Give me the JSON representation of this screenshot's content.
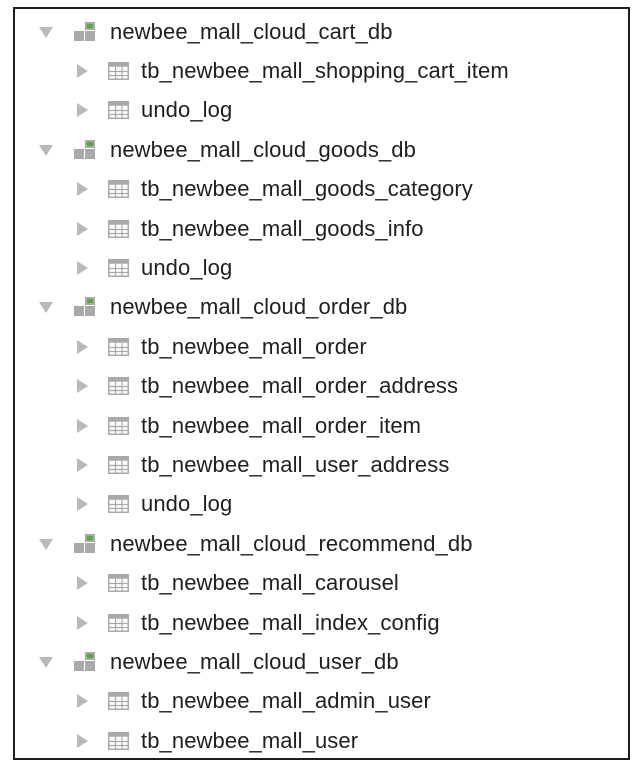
{
  "tree": {
    "databases": [
      {
        "name": "newbee_mall_cloud_cart_db",
        "expanded": true,
        "tables": [
          "tb_newbee_mall_shopping_cart_item",
          "undo_log"
        ]
      },
      {
        "name": "newbee_mall_cloud_goods_db",
        "expanded": true,
        "tables": [
          "tb_newbee_mall_goods_category",
          "tb_newbee_mall_goods_info",
          "undo_log"
        ]
      },
      {
        "name": "newbee_mall_cloud_order_db",
        "expanded": true,
        "tables": [
          "tb_newbee_mall_order",
          "tb_newbee_mall_order_address",
          "tb_newbee_mall_order_item",
          "tb_newbee_mall_user_address",
          "undo_log"
        ]
      },
      {
        "name": "newbee_mall_cloud_recommend_db",
        "expanded": true,
        "tables": [
          "tb_newbee_mall_carousel",
          "tb_newbee_mall_index_config"
        ]
      },
      {
        "name": "newbee_mall_cloud_user_db",
        "expanded": true,
        "tables": [
          "tb_newbee_mall_admin_user",
          "tb_newbee_mall_user"
        ]
      }
    ]
  },
  "icons": {
    "database": "database-icon",
    "table": "table-icon",
    "expanded": "triangle-down-icon",
    "collapsed": "triangle-right-icon"
  },
  "colors": {
    "border": "#1e1e1e",
    "text": "#1f1f1f",
    "disclosure": "#b9b9b9",
    "icon_gray": "#a9a9a9",
    "icon_green": "#5aa545"
  }
}
